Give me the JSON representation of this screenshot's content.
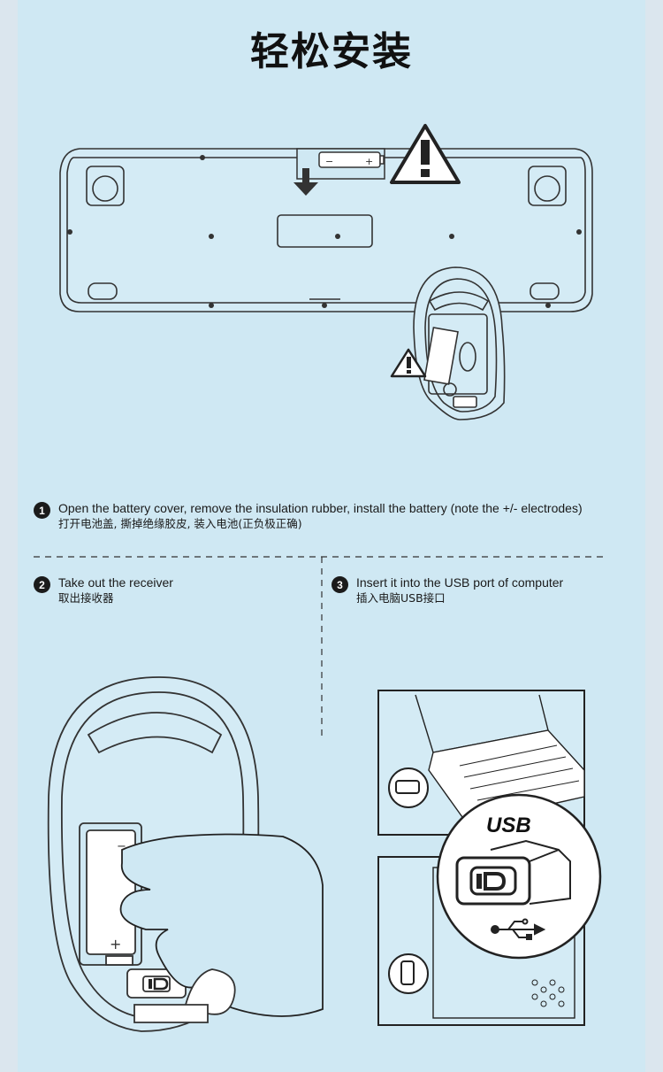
{
  "title": "轻松安装",
  "steps": [
    {
      "number": "1",
      "en": "Open the battery cover, remove the insulation rubber, install the battery (note the +/- electrodes)",
      "cn": "打开电池盖, 撕掉绝缘胶皮, 装入电池(正负极正确)"
    },
    {
      "number": "2",
      "en": "Take out the receiver",
      "cn": "取出接收器"
    },
    {
      "number": "3",
      "en": "Insert it into the USB port of computer",
      "cn": "插入电脑USB接口"
    }
  ],
  "illustration": {
    "usb_label": "USB",
    "battery_minus": "−",
    "battery_plus": "+"
  }
}
